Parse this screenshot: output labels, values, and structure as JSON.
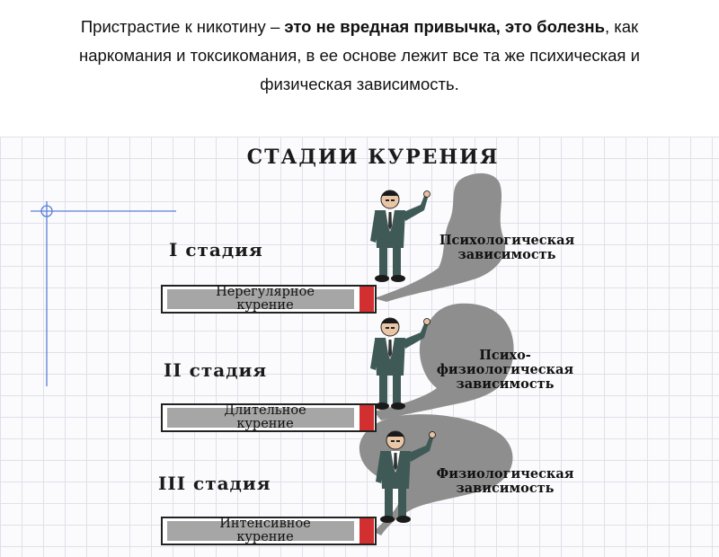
{
  "header": {
    "line1_normal": "Пристрастие к никотину – ",
    "line1_bold": "это не  вредная привычка, это болезнь",
    "line1_tail": ", как",
    "line2": "наркомания и токсикомания, в ее основе лежит все та же психическая и",
    "line3": "физическая зависимость."
  },
  "diagram": {
    "title": "СТАДИИ КУРЕНИЯ",
    "stages": [
      {
        "label": "I стадия",
        "cigarette_line1": "Нерегулярное",
        "cigarette_line2": "курение",
        "dependence_line1": "Психологическая",
        "dependence_line2": "зависимость"
      },
      {
        "label": "II стадия",
        "cigarette_line1": "Длительное",
        "cigarette_line2": "курение",
        "dependence_line1": "Психо-",
        "dependence_line2": "физиологическая",
        "dependence_line3": "зависимость"
      },
      {
        "label": "III стадия",
        "cigarette_line1": "Интенсивное",
        "cigarette_line2": "курение",
        "dependence_line1": "Физиологическая",
        "dependence_line2": "зависимость"
      }
    ]
  },
  "colors": {
    "smoke": "#8e8e8e",
    "cigarette_ash": "#d23030",
    "cigarette_body": "#ffffff",
    "label_box": "#a6a6a6",
    "suit": "#3f5a56",
    "grid_line": "#dfe0ea",
    "guide_line": "#5a7fd6"
  }
}
